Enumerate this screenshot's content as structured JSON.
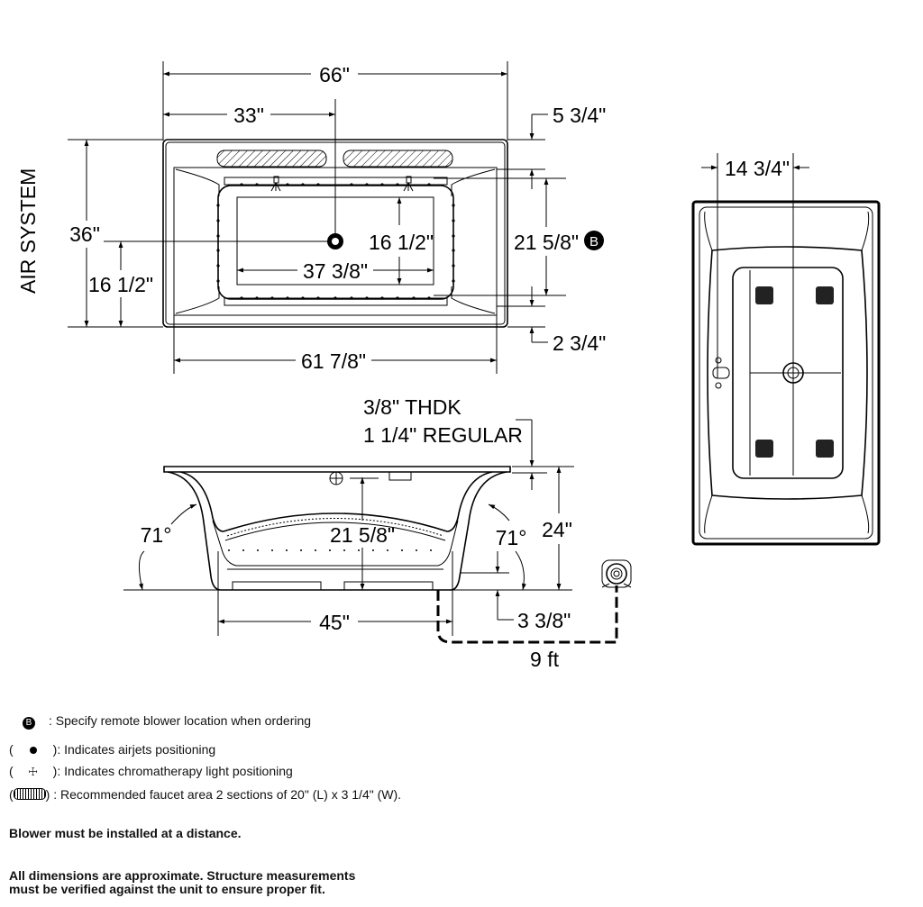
{
  "top_view": {
    "overall_length": "66\"",
    "half_length": "33\"",
    "rim_to_deck": "5 3/4\"",
    "overall_width": "36\"",
    "drain_offset_width": "16 1/2\"",
    "side_label": "AIR SYSTEM",
    "basin_width": "16 1/2\"",
    "basin_length": "37 3/8\"",
    "interior_width": "21 5/8\"",
    "blower_marker": "B",
    "bottom_rim": "2 3/4\"",
    "interior_length": "61 7/8\""
  },
  "end_view": {
    "drain_offset": "14 3/4\""
  },
  "side_view": {
    "deck_thickness_1": "3/8\" THDK",
    "deck_thickness_2": "1 1/4\" REGULAR",
    "depth": "21 5/8\"",
    "height": "24\"",
    "angle_left": "71°",
    "angle_right": "71°",
    "base_length": "45\"",
    "floor_clearance": "3 3/8\"",
    "blower_distance": "9 ft"
  },
  "legend": {
    "blower": ": Specify remote blower location when ordering",
    "airjets": "): Indicates airjets positioning",
    "light": "): Indicates chromatherapy light positioning",
    "faucet": ": Recommended faucet area 2 sections of 20\" (L) x 3 1/4\" (W).",
    "open_paren": "(",
    "b_marker": "B"
  },
  "notes": {
    "blower_note": "Blower must be installed at a distance.",
    "dimensions_note_1": "All dimensions are approximate. Structure measurements",
    "dimensions_note_2": "must be verified against the unit to ensure proper fit."
  }
}
